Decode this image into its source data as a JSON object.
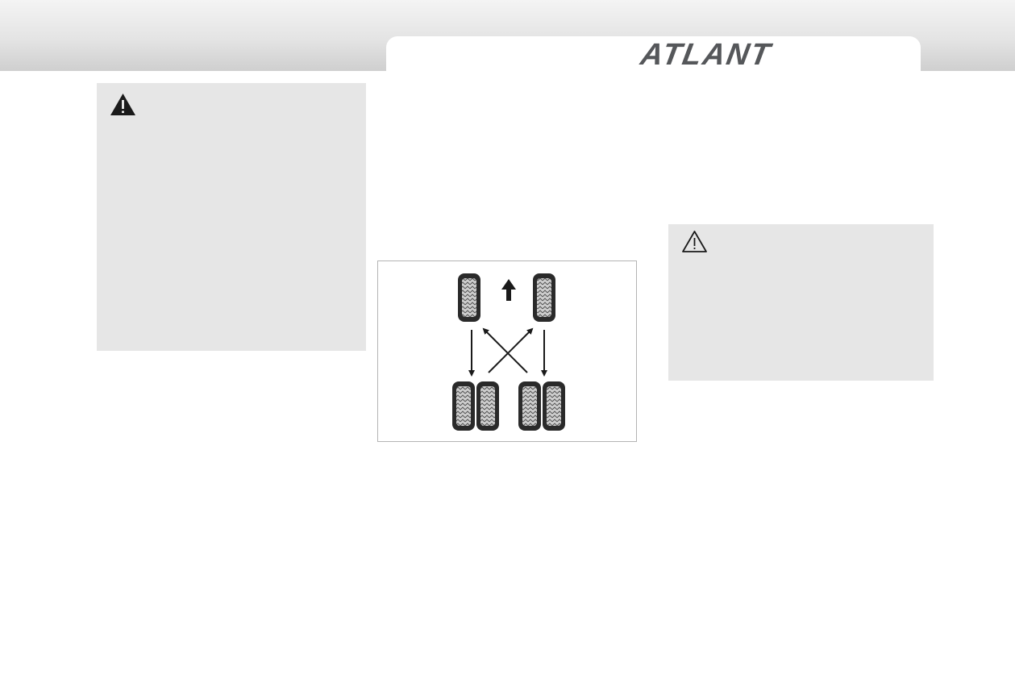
{
  "header": {
    "brand": "ATLANT",
    "brand_color": "#55575a"
  },
  "warning_left": {
    "icon": "warning-filled-icon"
  },
  "warning_right": {
    "icon": "warning-outline-icon"
  },
  "figure": {
    "description_icon": "tire-rotation-diagram",
    "front_tires": 2,
    "rear_tires": 4,
    "forward_arrow_icon": "up-arrow-icon"
  },
  "colors": {
    "header_top": "#f4f4f4",
    "header_bottom": "#cfcfcf",
    "warning_bg": "#e6e6e6",
    "frame_border": "#b4b4b4"
  }
}
